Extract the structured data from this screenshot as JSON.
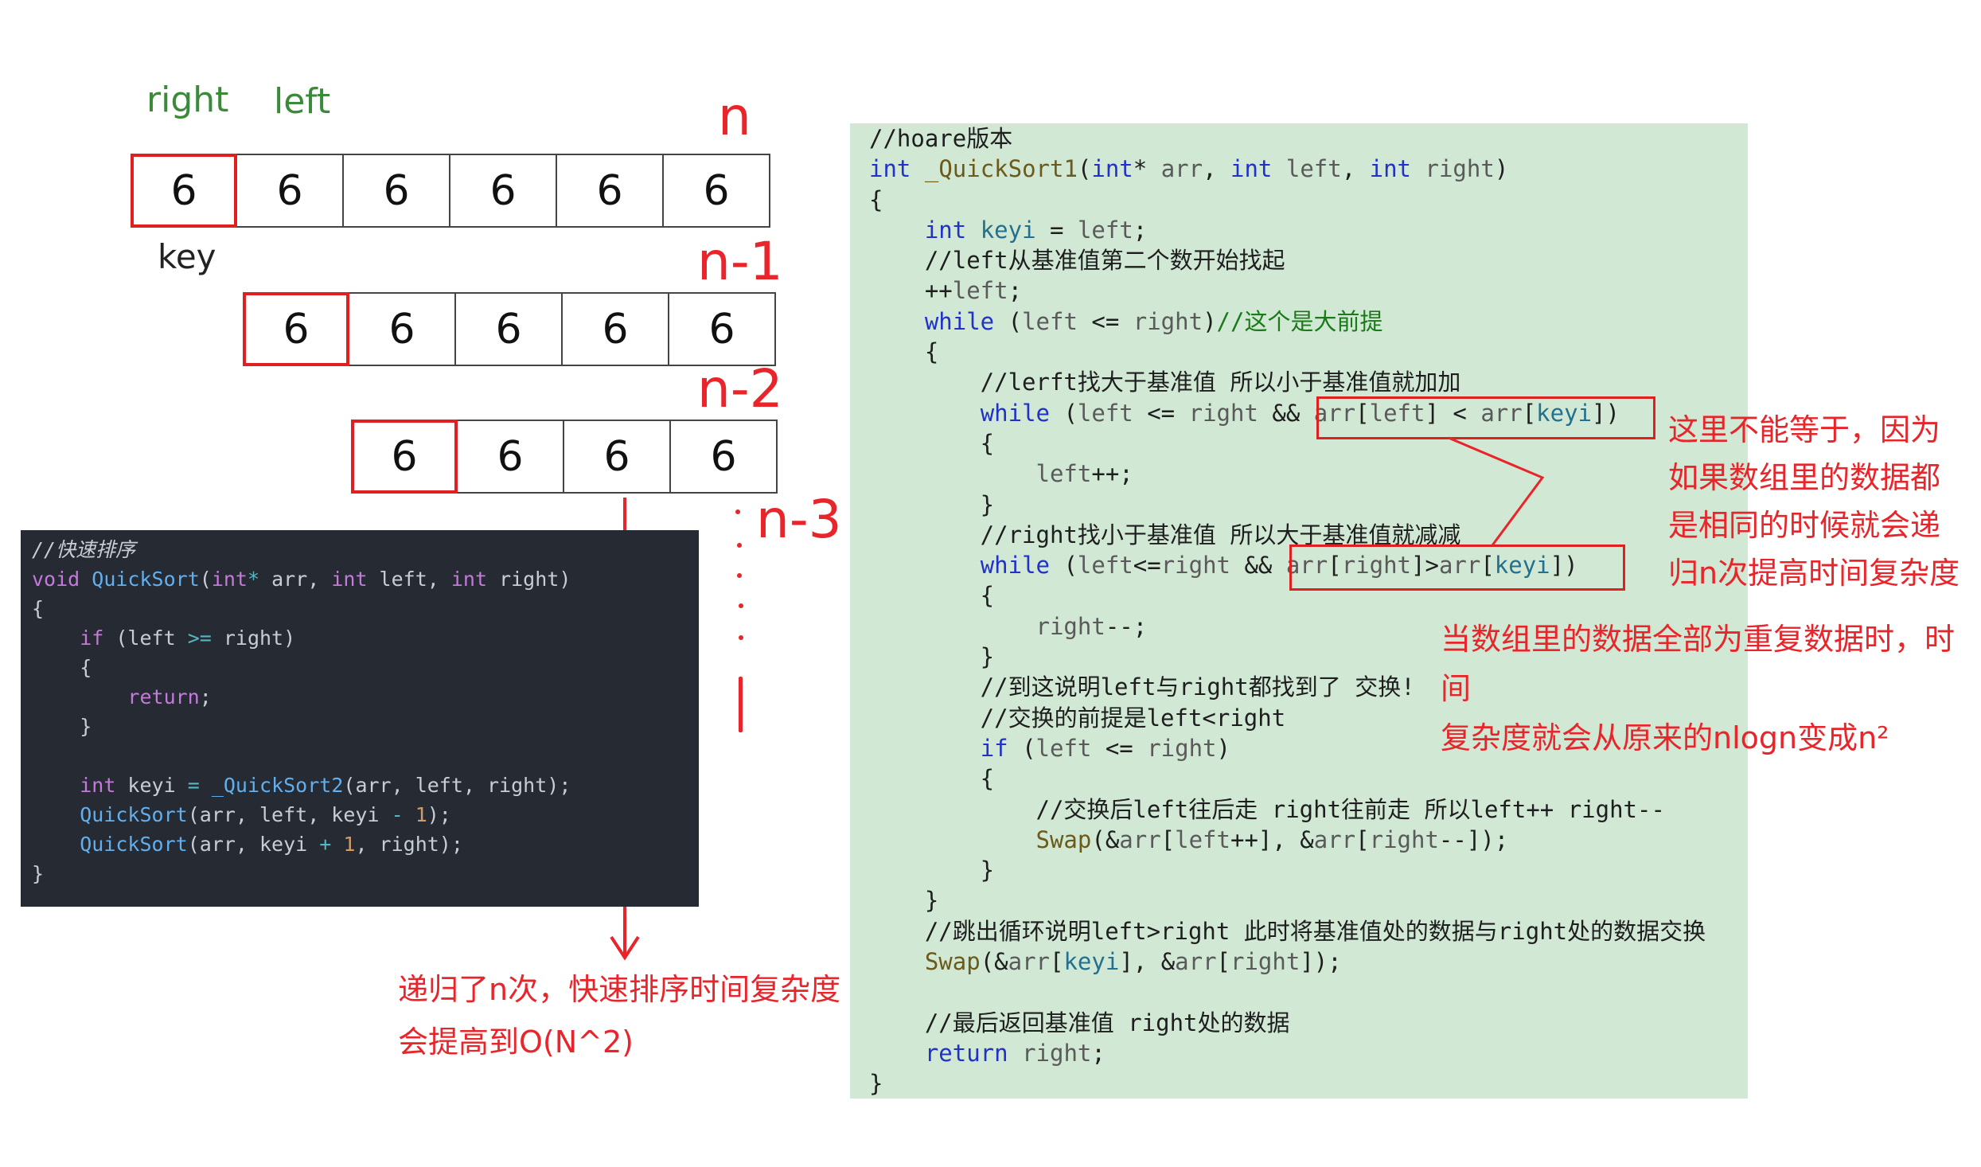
{
  "diagram": {
    "labels": {
      "right": "right",
      "left": "left",
      "key": "key"
    },
    "level_labels": [
      "n",
      "n-1",
      "n-2",
      "n-3"
    ],
    "rows": [
      {
        "values": [
          "6",
          "6",
          "6",
          "6",
          "6",
          "6"
        ]
      },
      {
        "values": [
          "6",
          "6",
          "6",
          "6",
          "6"
        ]
      },
      {
        "values": [
          "6",
          "6",
          "6",
          "6"
        ]
      }
    ],
    "ellipsis": ". . . .",
    "recursion_note": [
      "递归了n次，快速排序时间复杂度",
      "会提高到O(N^2)"
    ]
  },
  "dark_code": {
    "comment": "//快速排序",
    "lines": [
      "void QuickSort(int* arr, int left, int right)",
      "{",
      "    if (left >= right)",
      "    {",
      "        return;",
      "    }",
      "",
      "    int keyi = _QuickSort2(arr, left, right);",
      "    QuickSort(arr, left, keyi - 1);",
      "    QuickSort(arr, keyi + 1, right);",
      "}"
    ]
  },
  "green_code": {
    "lines": [
      "//hoare版本",
      "int _QuickSort1(int* arr, int left, int right)",
      "{",
      "    int keyi = left;",
      "    //left从基准值第二个数开始找起",
      "    ++left;",
      "    while (left <= right)//这个是大前提",
      "    {",
      "        //lerft找大于基准值 所以小于基准值就加加",
      "        while (left <= right && arr[left] < arr[keyi])",
      "        {",
      "            left++;",
      "        }",
      "        //right找小于基准值 所以大于基准值就减减",
      "        while (left<=right && arr[right]>arr[keyi])",
      "        {",
      "            right--;",
      "        }",
      "        //到这说明left与right都找到了 交换!",
      "        //交换的前提是left<right",
      "        if (left <= right)",
      "        {",
      "            //交换后left往后走 right往前走 所以left++ right--",
      "            Swap(&arr[left++], &arr[right--]);",
      "        }",
      "    }",
      "    //跳出循环说明left>right 此时将基准值处的数据与right处的数据交换",
      "    Swap(&arr[keyi], &arr[right]);",
      "",
      "    //最后返回基准值 right处的数据",
      "    return right;",
      "}"
    ]
  },
  "notes": {
    "equal_note": [
      "这里不能等于，因为",
      "如果数组里的数据都",
      "是相同的时候就会递",
      "归n次提高时间复杂度"
    ],
    "complexity_note": [
      "当数组里的数据全部为重复数据时，时间",
      "复杂度就会从原来的nlogn变成n²"
    ]
  },
  "colors": {
    "annotation_red": "#e8252a",
    "green_panel": "#d0e8d4",
    "dark_panel": "#262b33"
  }
}
